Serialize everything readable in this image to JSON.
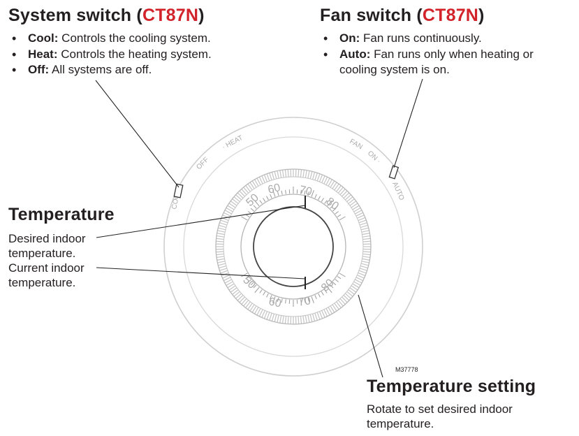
{
  "system_switch": {
    "title": "System switch (",
    "model": "CT87N",
    "title_end": ")",
    "items": [
      {
        "term": "Cool:",
        "desc": " Controls the cooling system."
      },
      {
        "term": "Heat:",
        "desc": " Controls the heating system."
      },
      {
        "term": "Off:",
        "desc": " All systems are off."
      }
    ]
  },
  "fan_switch": {
    "title": "Fan switch (",
    "model": "CT87N",
    "title_end": ")",
    "items": [
      {
        "term": "On:",
        "desc": " Fan runs continuously."
      },
      {
        "term": "Auto:",
        "desc": " Fan runs only when heating or cooling system is on."
      }
    ]
  },
  "temperature": {
    "title": "Temperature",
    "desired": "Desired indoor temperature.",
    "current": "Current indoor temperature."
  },
  "temperature_setting": {
    "title": "Temperature setting",
    "desc": "Rotate to set desired indoor temperature."
  },
  "figure_code": "M37778",
  "dial": {
    "system_labels": {
      "cool": "COOL",
      "off": "OFF",
      "heat": "· HEAT"
    },
    "fan_labels": {
      "fan": "FAN",
      "on": "ON ·",
      "auto": "AUTO"
    },
    "setpoint_labels": [
      "50",
      "60",
      "70",
      "80"
    ],
    "current_labels": [
      "50",
      "60",
      "70",
      "80"
    ]
  }
}
